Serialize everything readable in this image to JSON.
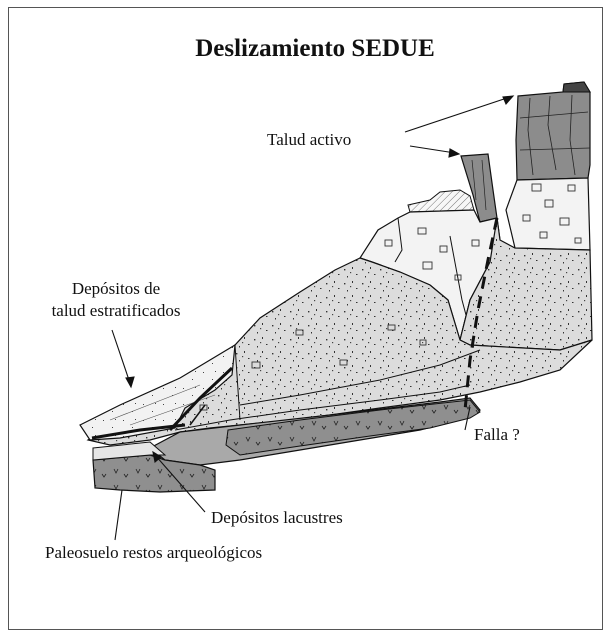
{
  "title": "Deslizamiento SEDUE",
  "labels": {
    "talud_activo": "Talud activo",
    "depositos_talud_l1": "Depósitos de",
    "depositos_talud_l2": "talud estratificados",
    "falla": "Falla ?",
    "depositos_lacustres": "Depósitos lacustres",
    "paleosuelo": "Paleosuelo restos arqueológicos"
  },
  "colors": {
    "dark_rock": "#8f8f8f",
    "medium_rock": "#a6a6a6",
    "light_fill": "#d9d9d9",
    "pale_fill": "#f1f1f1",
    "line": "#111111"
  }
}
